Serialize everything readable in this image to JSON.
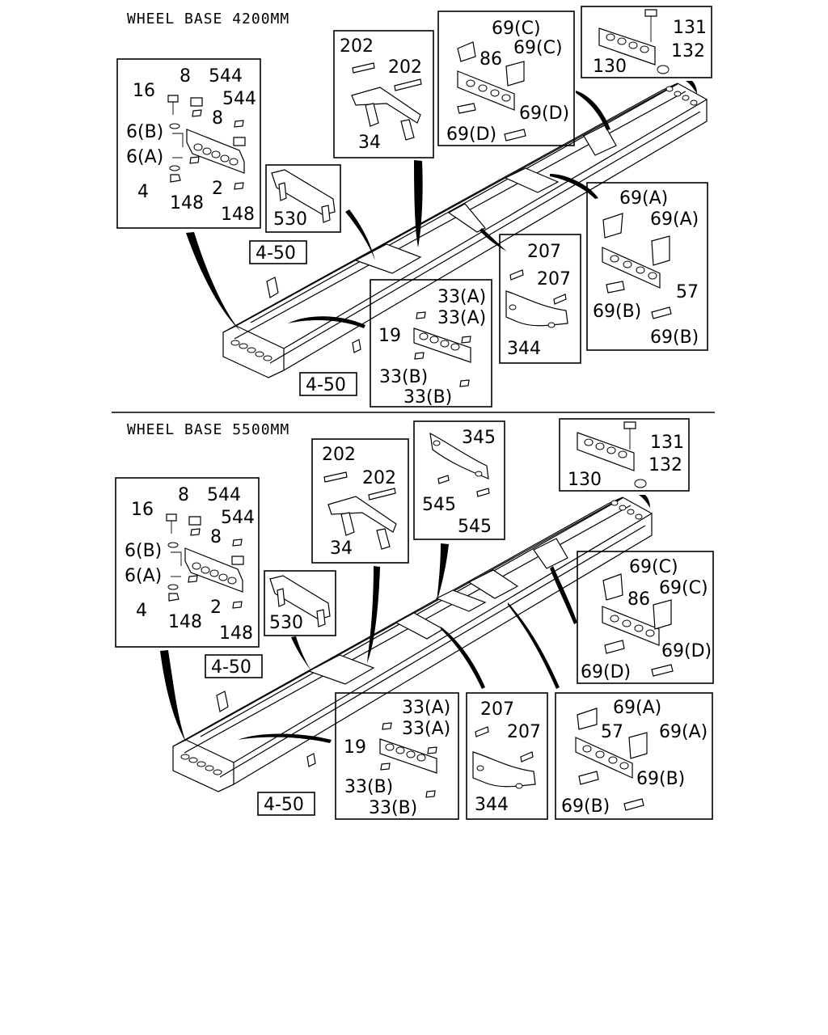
{
  "sections": [
    {
      "heading": "WHEEL BASE 4200MM",
      "panels": {
        "front_crossmember": {
          "labels": [
            "16",
            "8",
            "544",
            "544",
            "8",
            "6(B)",
            "6(A)",
            "4",
            "148",
            "2",
            "148"
          ]
        },
        "bracket_530": {
          "labels": [
            "530"
          ]
        },
        "crossmember_34": {
          "labels": [
            "202",
            "202",
            "34"
          ]
        },
        "crossmember_86": {
          "labels": [
            "69(C)",
            "69(C)",
            "86",
            "69(D)",
            "69(D)"
          ]
        },
        "rear_crossmember_130": {
          "labels": [
            "131",
            "132",
            "130"
          ]
        },
        "crossmember_57": {
          "labels": [
            "69(A)",
            "69(A)",
            "57",
            "69(B)",
            "69(B)"
          ]
        },
        "crossmember_344": {
          "labels": [
            "207",
            "207",
            "344"
          ]
        },
        "crossmember_19": {
          "labels": [
            "33(A)",
            "33(A)",
            "19",
            "33(B)",
            "33(B)"
          ]
        }
      },
      "refs": [
        "4-50",
        "4-50"
      ]
    },
    {
      "heading": "WHEEL BASE 5500MM",
      "panels": {
        "front_crossmember": {
          "labels": [
            "16",
            "8",
            "544",
            "544",
            "8",
            "6(B)",
            "6(A)",
            "4",
            "148",
            "2",
            "148"
          ]
        },
        "bracket_530": {
          "labels": [
            "530"
          ]
        },
        "crossmember_34": {
          "labels": [
            "202",
            "202",
            "34"
          ]
        },
        "crossmember_345": {
          "labels": [
            "345",
            "545",
            "545"
          ]
        },
        "rear_crossmember_130": {
          "labels": [
            "131",
            "132",
            "130"
          ]
        },
        "crossmember_86": {
          "labels": [
            "69(C)",
            "69(C)",
            "86",
            "69(D)",
            "69(D)"
          ]
        },
        "crossmember_57": {
          "labels": [
            "69(A)",
            "57",
            "69(A)",
            "69(B)",
            "69(B)"
          ]
        },
        "crossmember_344": {
          "labels": [
            "207",
            "207",
            "344"
          ]
        },
        "crossmember_19": {
          "labels": [
            "33(A)",
            "33(A)",
            "19",
            "33(B)",
            "33(B)"
          ]
        }
      },
      "refs": [
        "4-50",
        "4-50"
      ]
    }
  ]
}
